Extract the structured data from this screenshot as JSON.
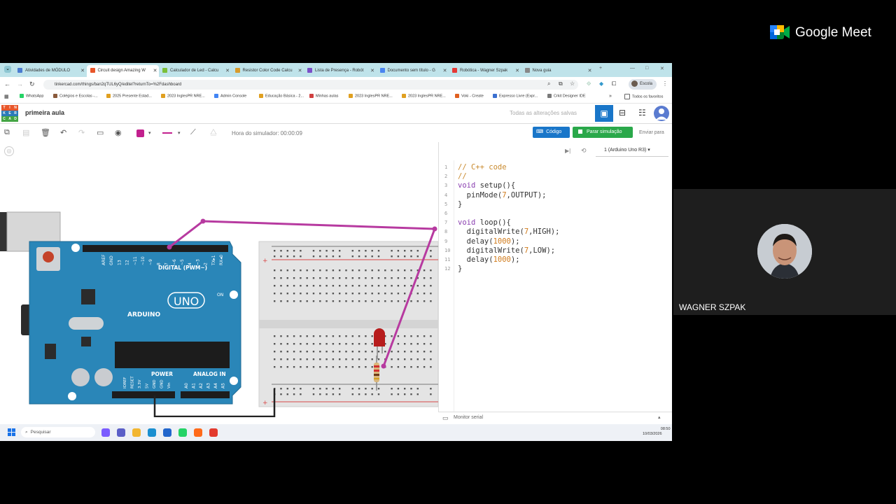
{
  "browser": {
    "tabs": [
      {
        "label": "Atividades de MÓDULO",
        "color": "#4a7bd0"
      },
      {
        "label": "Circuit design Amazing W",
        "color": "#e8562a",
        "active": true
      },
      {
        "label": "Calculador de Led - Calcu",
        "color": "#7bbf3a"
      },
      {
        "label": "Resistor Color Code Calcu",
        "color": "#d89b2b"
      },
      {
        "label": "Lista de Presença - Robót",
        "color": "#7b4fc8"
      },
      {
        "label": "Documento sem título - G",
        "color": "#4a85f0"
      },
      {
        "label": "Robótica - Wagner Szpak",
        "color": "#e53935"
      },
      {
        "label": "Nova guia",
        "color": "#888888"
      }
    ],
    "url": "tinkercad.com/things/ban2qTUL6yQ/editel?returnTo=%2Fdashboard",
    "profile": "Escola",
    "bookmarks": [
      "WhatsApp",
      "Colégios e Escolas -...",
      "2025 Presente Estad...",
      "2023 InglesPR NRE...",
      "Admin Console",
      "Educação Básica - 2...",
      "Minhas aulas",
      "2023 InglesPR NRE...",
      "2023 InglesPR NRE...",
      "Voki - Create",
      "Expresso Livre (Expr...",
      "Crkit Designer IDE"
    ],
    "favorites": "Todos os favoritos"
  },
  "tinkercad": {
    "logo_letters": [
      "TIN",
      "KER",
      "CAD"
    ],
    "project": "primeira aula",
    "save_status": "Todas as alterações salvas",
    "sim_time": "Hora do simulador: 00:00:09",
    "code_button": "Código",
    "stop_button": "Parar simulação",
    "send_button": "Enviar para",
    "device": "1 (Arduino Uno R3)",
    "serial_monitor": "Monitor serial",
    "code_lines": [
      {
        "n": "1",
        "t": "// C++ code"
      },
      {
        "n": "2",
        "t": "//"
      },
      {
        "n": "3",
        "t": "void setup(){"
      },
      {
        "n": "4",
        "t": "  pinMode(7,OUTPUT);"
      },
      {
        "n": "5",
        "t": "}"
      },
      {
        "n": "6",
        "t": ""
      },
      {
        "n": "7",
        "t": "void loop(){"
      },
      {
        "n": "8",
        "t": "  digitalWrite(7,HIGH);"
      },
      {
        "n": "9",
        "t": "  delay(1000);"
      },
      {
        "n": "10",
        "t": "  digitalWrite(7,LOW);"
      },
      {
        "n": "11",
        "t": "  delay(1000);"
      },
      {
        "n": "12",
        "t": "}"
      }
    ],
    "arduino": {
      "brand": "ARDUINO",
      "model": "UNO",
      "digital": "DIGITAL (PWM~)",
      "power": "POWER",
      "analog": "ANALOG IN",
      "on": "ON",
      "top_pins": [
        "AREF",
        "GND",
        "13",
        "12",
        "~11",
        "~10",
        "~9",
        "8",
        "7",
        "~6",
        "~5",
        "4",
        "~3",
        "2",
        "TX▸1",
        "RX◂0"
      ],
      "power_pins": [
        "IOREF",
        "RESET",
        "3.3V",
        "5V",
        "GND",
        "GND",
        "Vin"
      ],
      "analog_pins": [
        "A0",
        "A1",
        "A2",
        "A3",
        "A4",
        "A5"
      ]
    }
  },
  "taskbar": {
    "search": "Pesquisar",
    "time": "08:50",
    "date": "10/03/2026"
  },
  "meet": {
    "brand": "Google Meet",
    "participant": "WAGNER SZPAK"
  },
  "colors": {
    "wire": "#b73aa0",
    "arduino": "#2a86b8",
    "led": "#b71c1c",
    "code_keyword": "#8a3fb0",
    "code_number": "#d07a1a",
    "code_comment": "#c98a2e"
  }
}
